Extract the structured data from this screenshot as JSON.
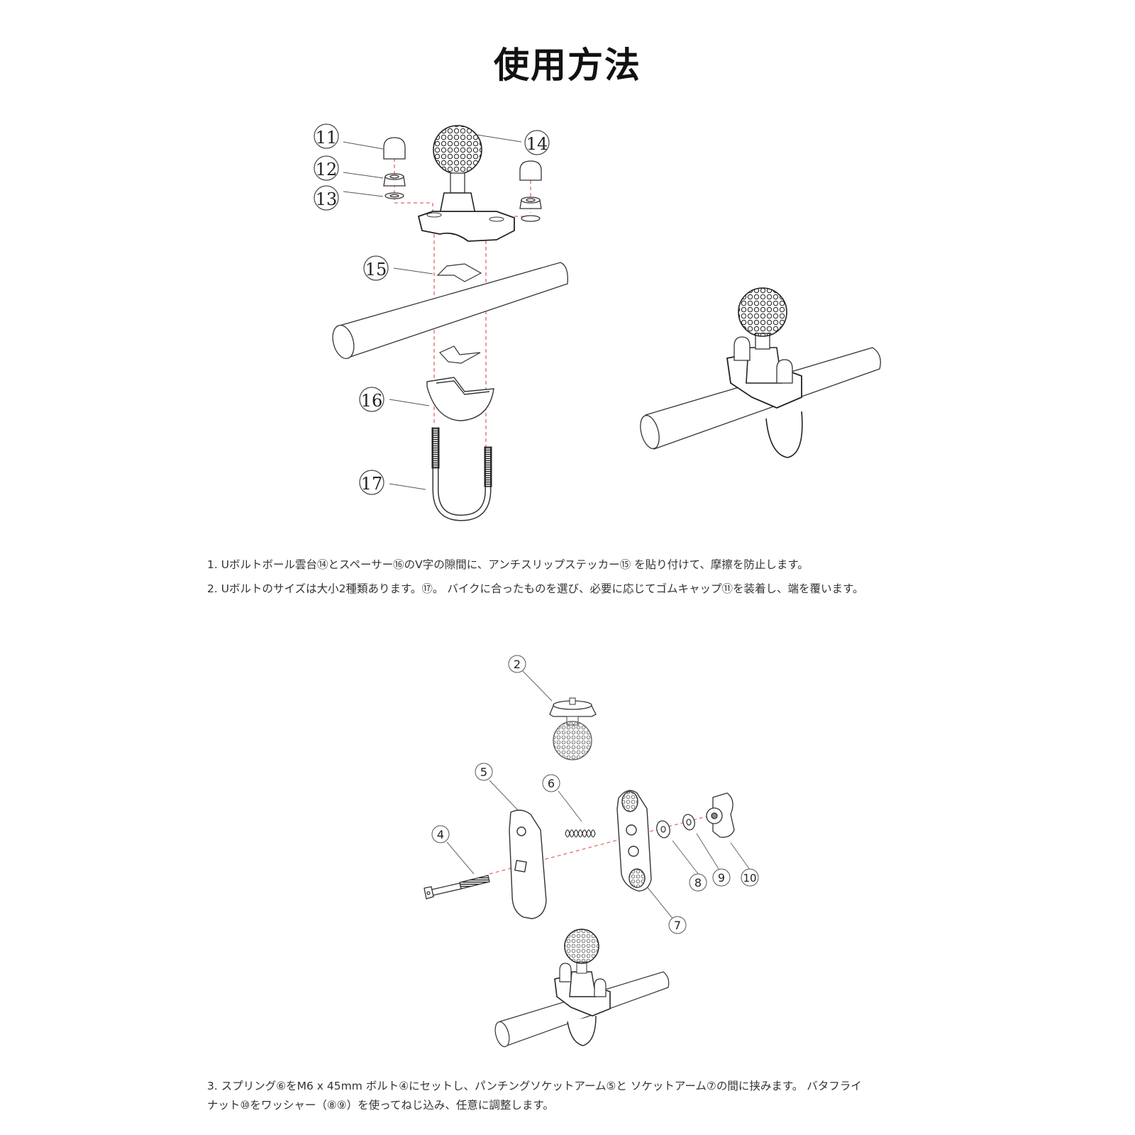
{
  "page": {
    "title": "使用方法"
  },
  "diagram_top": {
    "description": "Exploded view of U-bolt ball mount on handlebar",
    "callouts": [
      {
        "id": "11",
        "label": "11",
        "part": "rubber cap"
      },
      {
        "id": "12",
        "label": "12",
        "part": "nut"
      },
      {
        "id": "13",
        "label": "13",
        "part": "washer"
      },
      {
        "id": "14",
        "label": "14",
        "part": "U-bolt ball mount"
      },
      {
        "id": "15",
        "label": "15",
        "part": "anti-slip sticker"
      },
      {
        "id": "16",
        "label": "16",
        "part": "spacer"
      },
      {
        "id": "17",
        "label": "17",
        "part": "U-bolt"
      }
    ],
    "assembled_view": "Assembled ball mount on handlebar"
  },
  "instructions_top": [
    {
      "text": "1. Uボルトボール雲台⑭とスペーサー⑯のV字の隙間に、アンチスリップステッカー⑮ を貼り付けて、摩擦を防止します。"
    },
    {
      "text": "2. Uボルトのサイズは大小2種類あります。⑰。 バイクに合ったものを選び、必要に応じてゴムキャップ⑪を装着し、端を覆います。"
    }
  ],
  "diagram_bottom": {
    "description": "Exploded view of socket arm assembly",
    "callouts": [
      {
        "id": "2",
        "label": "2",
        "part": "camera ball adapter"
      },
      {
        "id": "4",
        "label": "4",
        "part": "M6 x 45mm bolt"
      },
      {
        "id": "5",
        "label": "5",
        "part": "punching socket arm"
      },
      {
        "id": "6",
        "label": "6",
        "part": "spring"
      },
      {
        "id": "7",
        "label": "7",
        "part": "socket arm"
      },
      {
        "id": "8",
        "label": "8",
        "part": "washer"
      },
      {
        "id": "9",
        "label": "9",
        "part": "washer"
      },
      {
        "id": "10",
        "label": "10",
        "part": "butterfly nut"
      }
    ],
    "assembled_view": "Assembled ball mount on handlebar (small)"
  },
  "instructions_bottom": [
    {
      "text": "3. スプリング⑥をM6 x 45mm ボルト④にセットし、パンチングソケットアーム⑤と ソケットアーム⑦の間に挟みます。 バタフライ"
    },
    {
      "text": "ナット⑩をワッシャー（⑧⑨）を使ってねじ込み、任意に調整します。"
    }
  ],
  "colors": {
    "line": "#333333",
    "guide": "#e06666",
    "text": "#333333",
    "title": "#111111"
  }
}
